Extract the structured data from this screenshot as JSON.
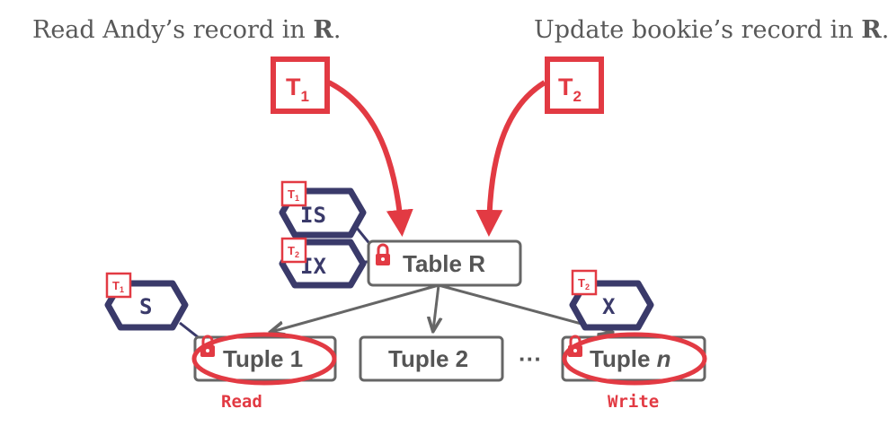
{
  "captions": {
    "left_text": "Read Andy’s record in ",
    "left_bold": "R",
    "left_end": ".",
    "right_text": "Update bookie’s record in ",
    "right_bold": "R",
    "right_end": "."
  },
  "transactions": {
    "t1": {
      "letter": "T",
      "sub": "1"
    },
    "t2": {
      "letter": "T",
      "sub": "2"
    }
  },
  "table": {
    "label": "Table R"
  },
  "tuples": {
    "tuple1": {
      "label": "Tuple 1"
    },
    "tuple2": {
      "label": "Tuple 2"
    },
    "ellipsis": "···",
    "tuplen": {
      "label": "Tuple ",
      "italic": "n"
    }
  },
  "locks": {
    "is": {
      "mode": "IS",
      "holder_letter": "T",
      "holder_sub": "1"
    },
    "ix": {
      "mode": "IX",
      "holder_letter": "T",
      "holder_sub": "2"
    },
    "s": {
      "mode": "S",
      "holder_letter": "T",
      "holder_sub": "1"
    },
    "x": {
      "mode": "X",
      "holder_letter": "T",
      "holder_sub": "2"
    }
  },
  "operations": {
    "read": "Read",
    "write": "Write"
  },
  "colors": {
    "accent_red": "#e23a43",
    "navy": "#3a3a6a",
    "gray": "#595959"
  }
}
